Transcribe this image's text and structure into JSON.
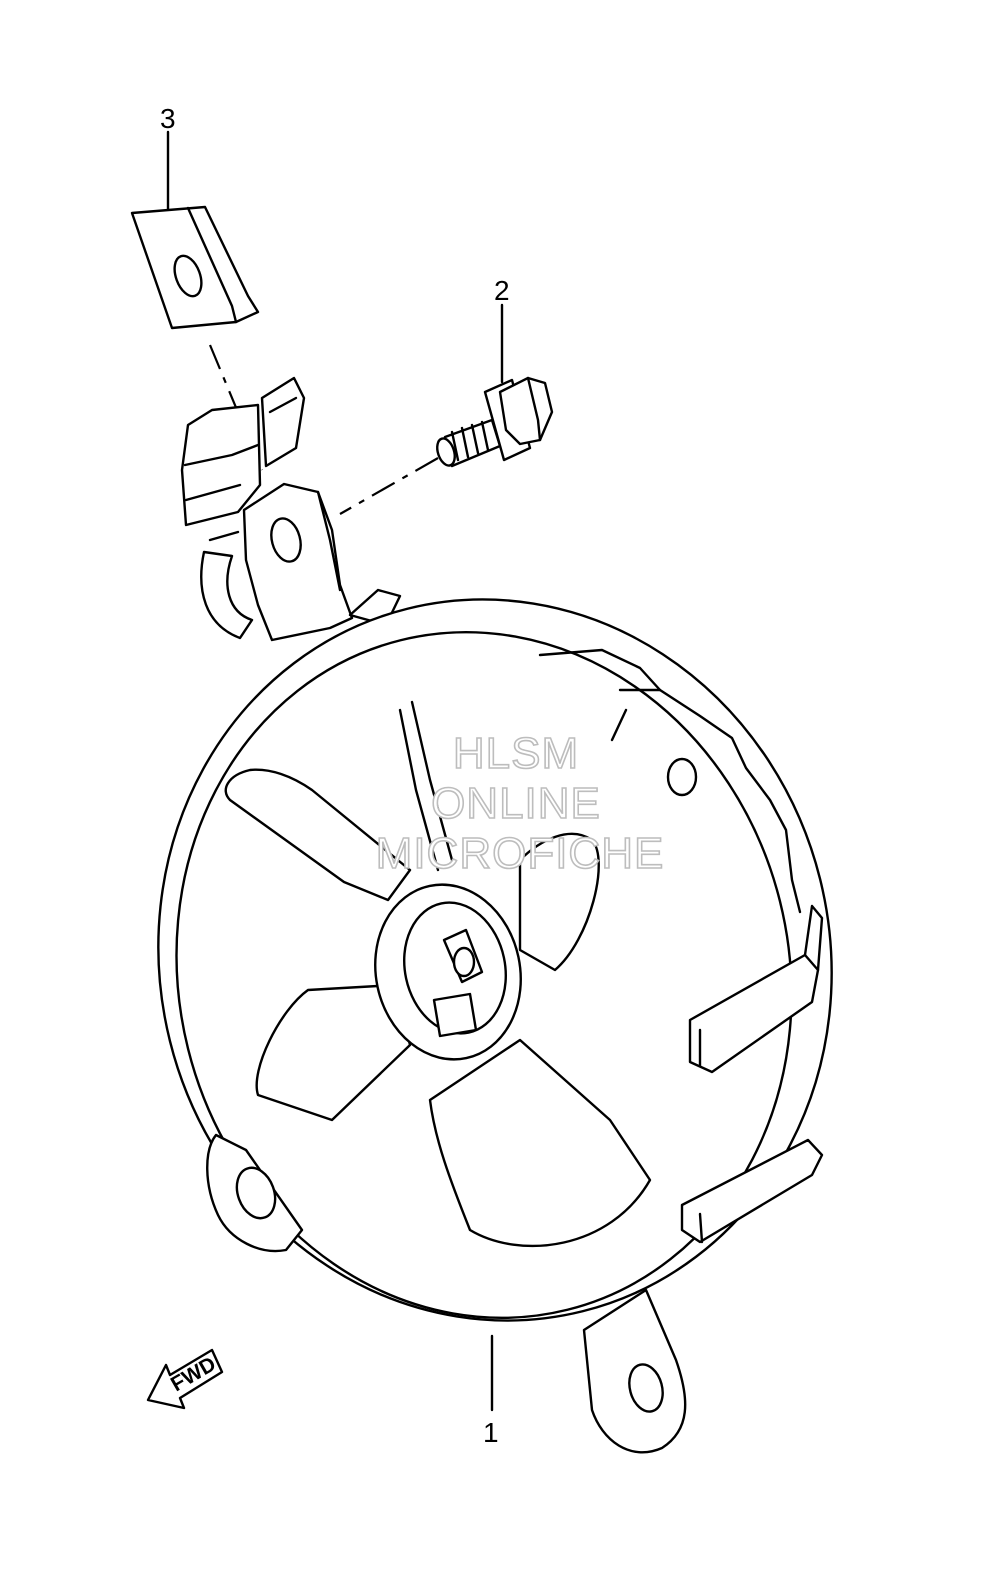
{
  "callouts": {
    "part1": "1",
    "part2": "2",
    "part3": "3"
  },
  "watermark": {
    "line1": "HLSM",
    "line2": "ONLINE",
    "line3": "MICROFICHE"
  },
  "direction_badge": {
    "label": "FWD",
    "icon": "forward-arrow-icon"
  },
  "colors": {
    "line": "#000000",
    "background": "#ffffff",
    "watermark_outline": "#bdbdbd"
  }
}
